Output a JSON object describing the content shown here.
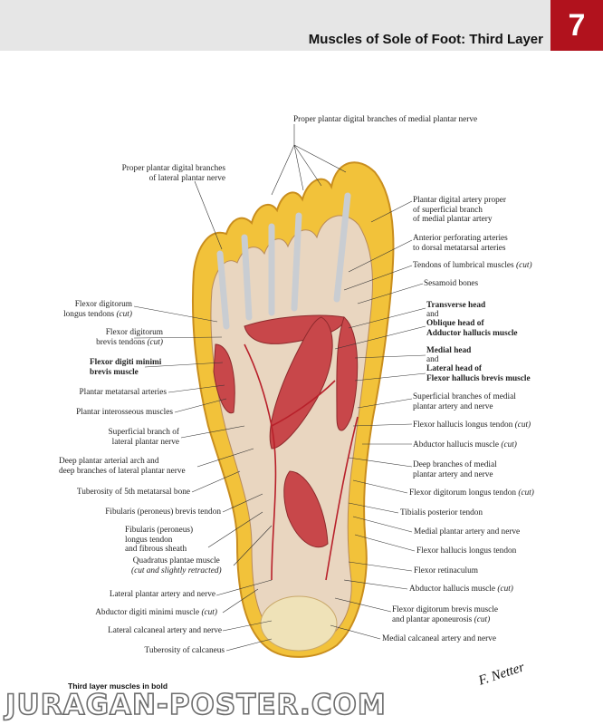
{
  "header": {
    "title": "Muscles of Sole of Foot: Third Layer",
    "plate_number": "7"
  },
  "labels": {
    "top_center": "Proper plantar digital branches of medial plantar nerve",
    "lateral_digital": [
      "Proper plantar digital branches",
      "of lateral plantar nerve"
    ],
    "flexor_dig_longus_tendons": [
      "Flexor digitorum",
      "longus tendons ",
      "(cut)"
    ],
    "flexor_dig_brevis_tendons": [
      "Flexor digitorum",
      "brevis tendons ",
      "(cut)"
    ],
    "flexor_digiti_minimi": [
      "Flexor digiti minimi",
      "brevis muscle"
    ],
    "plantar_metatarsal": "Plantar metatarsal arteries",
    "plantar_interosseous": "Plantar interosseous muscles",
    "superficial_lateral": [
      "Superficial branch of",
      "lateral plantar nerve"
    ],
    "deep_arch": [
      "Deep plantar arterial arch and",
      "deep branches of lateral plantar nerve"
    ],
    "tuberosity_5th": "Tuberosity of 5th metatarsal bone",
    "fibularis_brevis": "Fibularis (peroneus) brevis tendon",
    "fibularis_longus": [
      "Fibularis (peroneus)",
      "longus tendon",
      "and fibrous sheath"
    ],
    "quadratus": [
      "Quadratus plantae muscle",
      "(cut and slightly retracted)"
    ],
    "lateral_plantar_artery": "Lateral plantar artery and nerve",
    "abductor_digiti_minimi": [
      "Abductor digiti minimi muscle ",
      "(cut)"
    ],
    "lateral_calcaneal": "Lateral calcaneal artery and nerve",
    "tuberosity_calcaneus": "Tuberosity of calcaneus",
    "plantar_digital_artery": [
      "Plantar digital artery proper",
      "of superficial branch",
      "of medial plantar artery"
    ],
    "anterior_perforating": [
      "Anterior perforating arteries",
      "to dorsal metatarsal arteries"
    ],
    "tendons_lumbrical": [
      "Tendons of lumbrical muscles ",
      "(cut)"
    ],
    "sesamoid": "Sesamoid bones",
    "transverse_head": "Transverse head",
    "and1": "and",
    "oblique_head": [
      "Oblique head of",
      "Adductor hallucis muscle"
    ],
    "medial_head": "Medial head",
    "and2": "and",
    "lateral_head": [
      "Lateral head of",
      "Flexor hallucis brevis muscle"
    ],
    "superficial_medial": [
      "Superficial branches of medial",
      "plantar artery and nerve"
    ],
    "fhl_tendon_cut": [
      "Flexor hallucis longus tendon ",
      "(cut)"
    ],
    "abductor_hallucis_cut1": [
      "Abductor hallucis muscle ",
      "(cut)"
    ],
    "deep_medial": [
      "Deep branches of medial",
      "plantar artery and nerve"
    ],
    "fdl_tendon_cut": [
      "Flexor digitorum longus tendon ",
      "(cut)"
    ],
    "tibialis_posterior": "Tibialis posterior tendon",
    "medial_plantar": "Medial plantar artery and nerve",
    "fhl_tendon": "Flexor hallucis longus tendon",
    "flexor_retinaculum": "Flexor retinaculum",
    "abductor_hallucis_cut2": [
      "Abductor hallucis muscle ",
      "(cut)"
    ],
    "fdb_aponeurosis": [
      "Flexor digitorum brevis muscle",
      "and plantar aponeurosis ",
      "(cut)"
    ],
    "medial_calcaneal": "Medial calcaneal artery and nerve"
  },
  "footer": {
    "note": "Third layer muscles in bold",
    "signature": "F. Netter",
    "watermark": "JURAGAN-POSTER.COM"
  },
  "colors": {
    "plate_red": "#b1121d",
    "header_gray": "#e6e6e6",
    "fat_yellow": "#f2c23a",
    "muscle_red": "#c8474a",
    "tendon_gray": "#cfd2d6"
  }
}
